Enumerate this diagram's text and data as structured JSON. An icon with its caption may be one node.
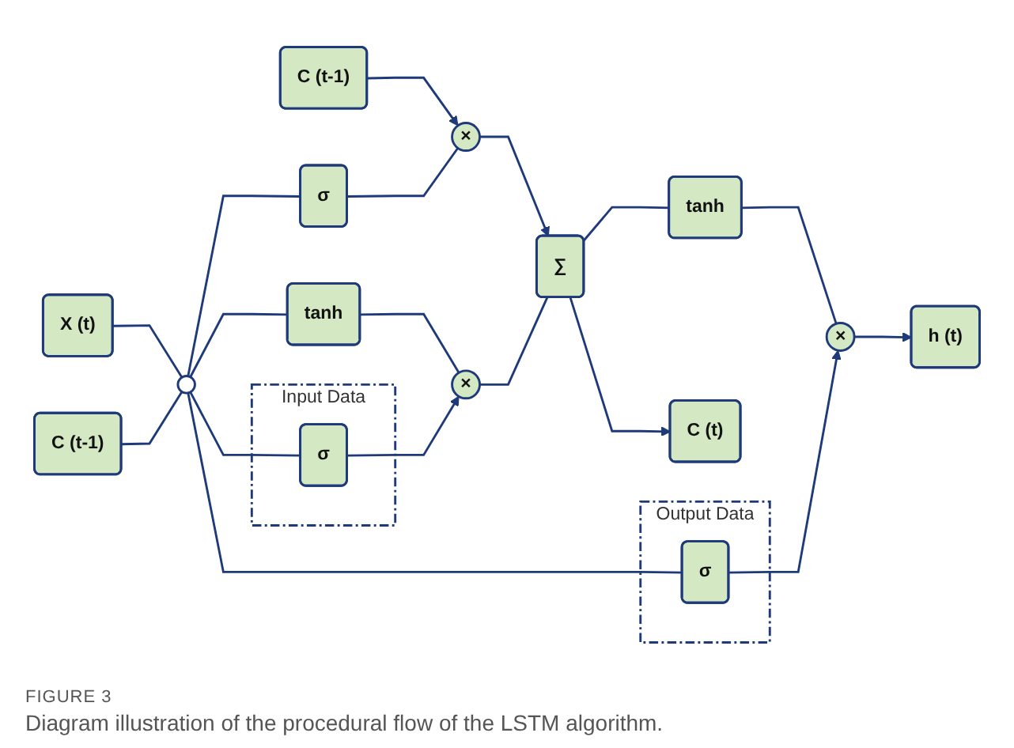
{
  "diagram": {
    "caption": "Diagram illustration of the procedural flow of the LSTM algorithm.",
    "nodes": [
      {
        "text": [
          "C (t-1)"
        ]
      },
      {
        "text": [
          "×"
        ]
      },
      {
        "text": [
          "∑"
        ]
      },
      {
        "text": [
          "C (t)"
        ]
      },
      {
        "text": [
          "tanh"
        ]
      },
      {
        "text": [
          "σ"
        ]
      },
      {
        "text": [
          "×"
        ]
      },
      {
        "text": [
          "×"
        ]
      },
      {
        "text": [
          "Input Data"
        ]
      },
      {
        "text": [
          "σ"
        ],
        "in": 8
      },
      {
        "text": [
          "tanh"
        ]
      },
      {
        "text": [
          "Output Data"
        ]
      },
      {
        "text": [
          "σ"
        ],
        "in": 11
      },
      {
        "text": [
          "X (t)"
        ]
      },
      {
        "text": [],
        "shape": "circle"
      },
      {
        "text": [
          "h (t)"
        ]
      },
      {
        "text": [
          "C (t-1)"
        ]
      }
    ],
    "edges": [
      {
        "from": 0,
        "to": 1,
        "arrow": "to"
      },
      {
        "from": 1,
        "to": 2,
        "arrow": "to"
      },
      {
        "from": 2,
        "to": 3,
        "arrow": "to"
      },
      {
        "from": 2,
        "to": 4,
        "arrow": "none"
      },
      {
        "from": 5,
        "to": 1,
        "arrow": "none"
      },
      {
        "from": 6,
        "to": 2,
        "arrow": "none"
      },
      {
        "from": 10,
        "to": 6,
        "arrow": "none"
      },
      {
        "from": 9,
        "to": 6,
        "arrow": "to"
      },
      {
        "from": 4,
        "to": 7,
        "arrow": "none"
      },
      {
        "from": 12,
        "to": 7,
        "arrow": "to"
      },
      {
        "from": 7,
        "to": 15,
        "arrow": "to"
      },
      {
        "from": 13,
        "to": 14,
        "arrow": "none"
      },
      {
        "from": 16,
        "to": 14,
        "arrow": "none"
      },
      {
        "from": 14,
        "to": 5,
        "arrow": "none"
      },
      {
        "from": 14,
        "to": 9,
        "arrow": "none"
      },
      {
        "from": 14,
        "to": 10,
        "arrow": "none"
      },
      {
        "from": 14,
        "to": 12,
        "arrow": "none"
      }
    ],
    "labels": [
      "FIGURE 3"
    ]
  }
}
